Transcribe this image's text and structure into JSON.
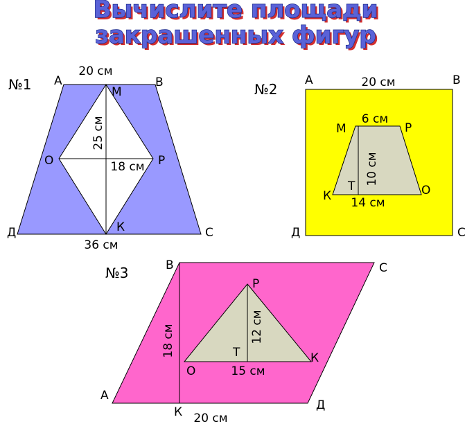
{
  "title": {
    "line1": "Вычислите площади",
    "line2": "закрашенных фигур"
  },
  "colors": {
    "fig1_fill": "#9999ff",
    "fig2_outer": "#ffff00",
    "fig2_inner": "#d8d8c0",
    "fig3_outer": "#ff66cc",
    "fig3_inner": "#d8d8c0"
  },
  "figure1": {
    "number": "№1",
    "points": {
      "A": "А",
      "B": "В",
      "C": "С",
      "D": "Д",
      "M": "М",
      "K": "К",
      "O": "О",
      "P": "Р"
    },
    "top_base": "20 см",
    "bottom_base": "36 см",
    "diag_vertical": "25 см",
    "diag_horizontal": "18 см"
  },
  "figure2": {
    "number": "№2",
    "points": {
      "A": "А",
      "B": "В",
      "C": "С",
      "D": "Д",
      "M": "М",
      "P": "Р",
      "K": "К",
      "O": "О",
      "T": "Т"
    },
    "side": "20 см",
    "top_base": "6 см",
    "bottom_base": "14 см",
    "height": "10 см"
  },
  "figure3": {
    "number": "№3",
    "points": {
      "A": "А",
      "B": "В",
      "C": "С",
      "D": "Д",
      "K": "К",
      "P": "Р",
      "O": "О",
      "Kt": "К",
      "T": "Т"
    },
    "height": "18 см",
    "base": "20 см",
    "tri_height": "12 см",
    "tri_base": "15 см"
  }
}
